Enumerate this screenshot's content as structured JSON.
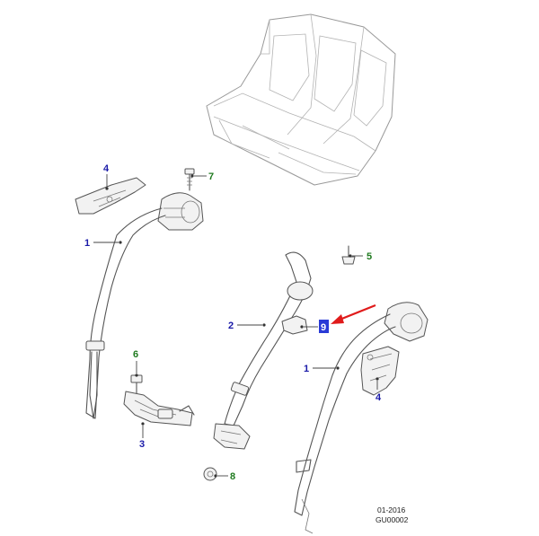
{
  "callouts": {
    "c1_left": "1",
    "c1_right": "1",
    "c2": "2",
    "c3": "3",
    "c4_top": "4",
    "c4_right": "4",
    "c5": "5",
    "c6": "6",
    "c7": "7",
    "c8": "8",
    "c9": "9"
  },
  "reference": {
    "date": "01-2016",
    "code": "GU00002"
  },
  "colors": {
    "callout_blue": "#1a1aa8",
    "callout_green": "#1f7a1f",
    "highlight_box": "#2a3bd6",
    "pointer_arrow": "#e01b1b"
  }
}
